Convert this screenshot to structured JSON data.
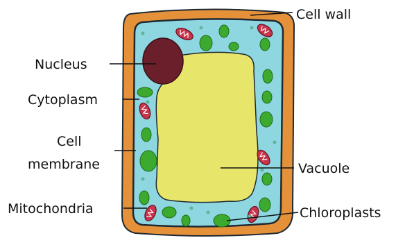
{
  "diagram": {
    "labels": {
      "cell_wall": "Cell wall",
      "nucleus": "Nucleus",
      "cytoplasm": "Cytoplasm",
      "cell_membrane_line1": "Cell",
      "cell_membrane_line2": "membrane",
      "vacuole": "Vacuole",
      "mitochondria": "Mitochondria",
      "chloroplasts": "Chloroplasts"
    },
    "colors": {
      "cell_wall": "#E5913A",
      "cytoplasm": "#8ED6E0",
      "vacuole": "#E8E56B",
      "nucleus": "#6B1F2A",
      "chloroplast": "#3BAA2E",
      "mitochondrion": "#C7344B",
      "outline": "#1F2A33"
    }
  }
}
